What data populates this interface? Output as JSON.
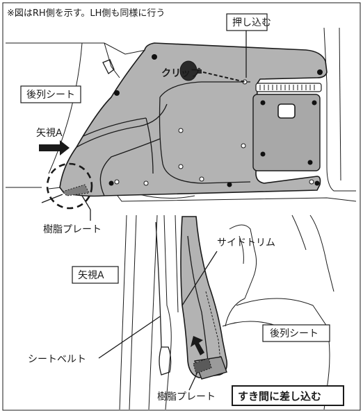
{
  "note": "※図はRH側を示す。LH側も同様に行う",
  "top": {
    "push_in": "押し込む",
    "clip": "クリップ",
    "rear_seat": "後列シート",
    "view_a": "矢視A",
    "resin_plate": "樹脂プレート"
  },
  "bottom": {
    "view_a": "矢視A",
    "side_trim": "サイドトリム",
    "rear_seat": "後列シート",
    "seat_belt": "シートベルト",
    "resin_plate": "樹脂プレート",
    "insert_gap": "すき間に差し込む"
  },
  "colors": {
    "panel": "#b3b3b3",
    "panel_dark": "#9a9a9a",
    "line": "#1a1a1a"
  }
}
